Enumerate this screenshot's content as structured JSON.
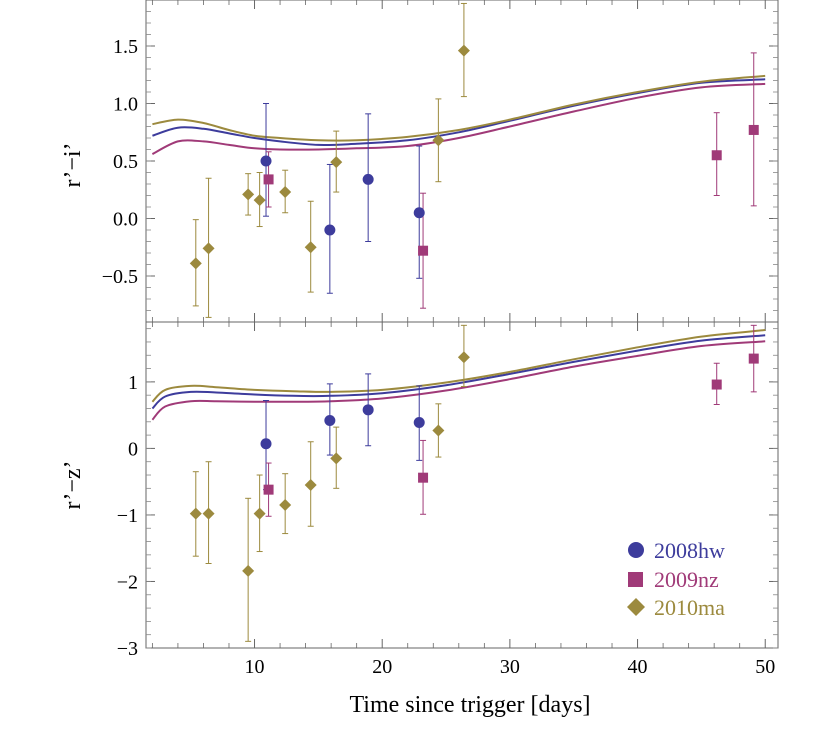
{
  "chart_data": {
    "type": "scatter",
    "xlabel": "Time since trigger [days]",
    "xlim": [
      1.5,
      51
    ],
    "xticks": [
      10,
      20,
      30,
      40,
      50
    ],
    "legend": {
      "placement": "bottom-right",
      "panel": "bottom"
    },
    "series_meta": [
      {
        "name": "2008hw",
        "color": "#3d3c9c",
        "marker": "circle"
      },
      {
        "name": "2009nz",
        "color": "#a03a78",
        "marker": "square"
      },
      {
        "name": "2010ma",
        "color": "#9c8a3e",
        "marker": "diamond"
      }
    ],
    "panels": [
      {
        "id": "top",
        "ylabel": "r’−i’",
        "ylim": [
          -0.9,
          1.9
        ],
        "yticks": [
          -0.5,
          0.0,
          0.5,
          1.0,
          1.5
        ],
        "ytick_labels": [
          "−0.5",
          "0.0",
          "0.5",
          "1.0",
          "1.5"
        ],
        "points": [
          {
            "series": "2008hw",
            "x": 10.9,
            "y": 0.5,
            "lo": 0.02,
            "hi": 1.0
          },
          {
            "series": "2008hw",
            "x": 15.9,
            "y": -0.1,
            "lo": -0.65,
            "hi": 0.47
          },
          {
            "series": "2008hw",
            "x": 18.9,
            "y": 0.34,
            "lo": -0.2,
            "hi": 0.91
          },
          {
            "series": "2008hw",
            "x": 22.9,
            "y": 0.05,
            "lo": -0.52,
            "hi": 0.63
          },
          {
            "series": "2009nz",
            "x": 11.1,
            "y": 0.34,
            "lo": 0.1,
            "hi": 0.58
          },
          {
            "series": "2009nz",
            "x": 23.2,
            "y": -0.28,
            "lo": -0.78,
            "hi": 0.22
          },
          {
            "series": "2009nz",
            "x": 46.2,
            "y": 0.55,
            "lo": 0.2,
            "hi": 0.92
          },
          {
            "series": "2009nz",
            "x": 49.1,
            "y": 0.77,
            "lo": 0.11,
            "hi": 1.44
          },
          {
            "series": "2010ma",
            "x": 5.4,
            "y": -0.39,
            "lo": -0.76,
            "hi": -0.01
          },
          {
            "series": "2010ma",
            "x": 6.4,
            "y": -0.26,
            "lo": -0.86,
            "hi": 0.35
          },
          {
            "series": "2010ma",
            "x": 9.5,
            "y": 0.21,
            "lo": 0.03,
            "hi": 0.39
          },
          {
            "series": "2010ma",
            "x": 10.4,
            "y": 0.16,
            "lo": -0.07,
            "hi": 0.4
          },
          {
            "series": "2010ma",
            "x": 12.4,
            "y": 0.23,
            "lo": 0.05,
            "hi": 0.42
          },
          {
            "series": "2010ma",
            "x": 14.4,
            "y": -0.25,
            "lo": -0.64,
            "hi": 0.15
          },
          {
            "series": "2010ma",
            "x": 16.4,
            "y": 0.49,
            "lo": 0.23,
            "hi": 0.76
          },
          {
            "series": "2010ma",
            "x": 24.4,
            "y": 0.68,
            "lo": 0.32,
            "hi": 1.04
          },
          {
            "series": "2010ma",
            "x": 26.4,
            "y": 1.46,
            "lo": 1.06,
            "hi": 1.87
          }
        ],
        "curves": [
          {
            "series": "2008hw",
            "x": [
              2,
              4,
              6,
              8,
              10,
              12,
              15,
              18,
              22,
              26,
              30,
              35,
              40,
              45,
              50
            ],
            "y": [
              0.72,
              0.79,
              0.78,
              0.74,
              0.7,
              0.67,
              0.64,
              0.65,
              0.68,
              0.75,
              0.85,
              0.98,
              1.09,
              1.18,
              1.21
            ]
          },
          {
            "series": "2009nz",
            "x": [
              2,
              4,
              6,
              8,
              10,
              12,
              15,
              18,
              22,
              26,
              30,
              35,
              40,
              45,
              50
            ],
            "y": [
              0.56,
              0.67,
              0.67,
              0.64,
              0.61,
              0.6,
              0.6,
              0.61,
              0.63,
              0.7,
              0.8,
              0.93,
              1.05,
              1.14,
              1.17
            ]
          },
          {
            "series": "2010ma",
            "x": [
              2,
              4,
              6,
              8,
              10,
              12,
              15,
              18,
              22,
              26,
              30,
              35,
              40,
              45,
              50
            ],
            "y": [
              0.82,
              0.86,
              0.83,
              0.77,
              0.72,
              0.7,
              0.68,
              0.68,
              0.71,
              0.77,
              0.86,
              0.99,
              1.1,
              1.19,
              1.24
            ]
          }
        ]
      },
      {
        "id": "bottom",
        "ylabel": "r’−z’",
        "ylim": [
          -3,
          1.9
        ],
        "yticks": [
          -3,
          -2,
          -1,
          0,
          1
        ],
        "ytick_labels": [
          "−3",
          "−2",
          "−1",
          "0",
          "1"
        ],
        "points": [
          {
            "series": "2008hw",
            "x": 10.9,
            "y": 0.07,
            "lo": -0.62,
            "hi": 0.72
          },
          {
            "series": "2008hw",
            "x": 15.9,
            "y": 0.42,
            "lo": -0.1,
            "hi": 0.97
          },
          {
            "series": "2008hw",
            "x": 18.9,
            "y": 0.58,
            "lo": 0.04,
            "hi": 1.12
          },
          {
            "series": "2008hw",
            "x": 22.9,
            "y": 0.39,
            "lo": -0.18,
            "hi": 0.94
          },
          {
            "series": "2009nz",
            "x": 11.1,
            "y": -0.62,
            "lo": -1.02,
            "hi": -0.22
          },
          {
            "series": "2009nz",
            "x": 23.2,
            "y": -0.44,
            "lo": -0.99,
            "hi": 0.12
          },
          {
            "series": "2009nz",
            "x": 46.2,
            "y": 0.96,
            "lo": 0.66,
            "hi": 1.28
          },
          {
            "series": "2009nz",
            "x": 49.1,
            "y": 1.35,
            "lo": 0.85,
            "hi": 1.85
          },
          {
            "series": "2010ma",
            "x": 5.4,
            "y": -0.98,
            "lo": -1.62,
            "hi": -0.35
          },
          {
            "series": "2010ma",
            "x": 6.4,
            "y": -0.98,
            "lo": -1.73,
            "hi": -0.2
          },
          {
            "series": "2010ma",
            "x": 9.5,
            "y": -1.84,
            "lo": -2.9,
            "hi": -0.75
          },
          {
            "series": "2010ma",
            "x": 10.4,
            "y": -0.98,
            "lo": -1.55,
            "hi": -0.4
          },
          {
            "series": "2010ma",
            "x": 12.4,
            "y": -0.85,
            "lo": -1.28,
            "hi": -0.38
          },
          {
            "series": "2010ma",
            "x": 14.4,
            "y": -0.55,
            "lo": -1.17,
            "hi": 0.1
          },
          {
            "series": "2010ma",
            "x": 16.4,
            "y": -0.15,
            "lo": -0.6,
            "hi": 0.32
          },
          {
            "series": "2010ma",
            "x": 24.4,
            "y": 0.27,
            "lo": -0.13,
            "hi": 0.67
          },
          {
            "series": "2010ma",
            "x": 26.4,
            "y": 1.37,
            "lo": 0.93,
            "hi": 1.85
          }
        ],
        "curves": [
          {
            "series": "2008hw",
            "x": [
              2,
              3,
              5,
              7,
              10,
              13,
              16,
              20,
              25,
              30,
              35,
              40,
              45,
              50
            ],
            "y": [
              0.6,
              0.78,
              0.85,
              0.84,
              0.81,
              0.79,
              0.79,
              0.83,
              0.95,
              1.12,
              1.3,
              1.47,
              1.62,
              1.7
            ]
          },
          {
            "series": "2009nz",
            "x": [
              2,
              3,
              5,
              7,
              10,
              13,
              16,
              20,
              25,
              30,
              35,
              40,
              45,
              50
            ],
            "y": [
              0.43,
              0.63,
              0.71,
              0.71,
              0.7,
              0.7,
              0.71,
              0.75,
              0.87,
              1.04,
              1.23,
              1.39,
              1.54,
              1.61
            ]
          },
          {
            "series": "2010ma",
            "x": [
              2,
              3,
              5,
              7,
              10,
              13,
              16,
              20,
              25,
              30,
              35,
              40,
              45,
              50
            ],
            "y": [
              0.7,
              0.88,
              0.94,
              0.92,
              0.88,
              0.86,
              0.85,
              0.88,
              0.99,
              1.15,
              1.34,
              1.52,
              1.68,
              1.78
            ]
          }
        ]
      }
    ]
  }
}
